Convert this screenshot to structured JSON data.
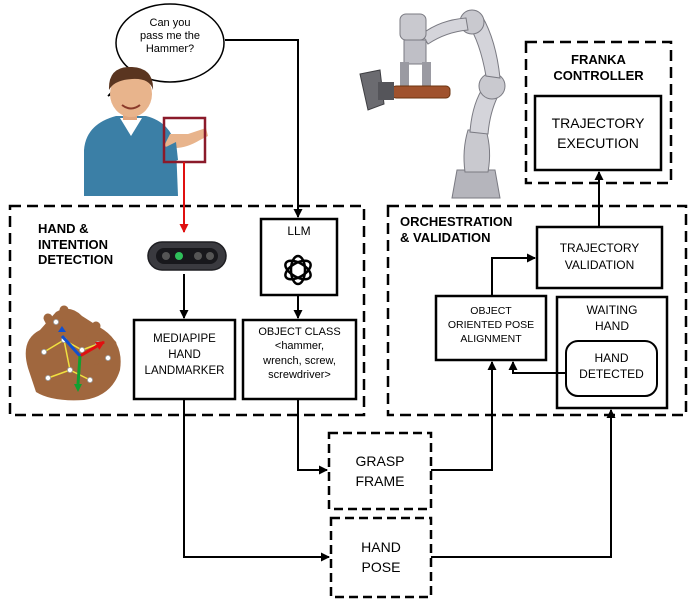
{
  "speech_bubble": {
    "text_lines": [
      "Can you",
      "pass me the",
      "Hammer?"
    ]
  },
  "groups": {
    "hand_intention": {
      "title_lines": [
        "HAND &",
        "INTENTION",
        "DETECTION"
      ]
    },
    "orchestration": {
      "title_lines": [
        "ORCHESTRATION",
        "& VALIDATION"
      ]
    },
    "franka": {
      "title_lines": [
        "FRANKA",
        "CONTROLLER"
      ]
    }
  },
  "boxes": {
    "llm": {
      "label": "LLM"
    },
    "mediapipe": {
      "lines": [
        "MEDIAPIPE",
        "HAND",
        "LANDMARKER"
      ]
    },
    "object_class": {
      "lines": [
        "OBJECT CLASS",
        "<hammer,",
        "wrench, screw,",
        "screwdriver>"
      ]
    },
    "object_pose": {
      "lines": [
        "OBJECT",
        "ORIENTED POSE",
        "ALIGNMENT"
      ]
    },
    "trajectory_validation": {
      "lines": [
        "TRAJECTORY",
        "VALIDATION"
      ]
    },
    "waiting_hand": {
      "lines": [
        "WAITING",
        "HAND"
      ]
    },
    "hand_detected": {
      "lines": [
        "HAND",
        "DETECTED"
      ]
    },
    "trajectory_execution": {
      "lines": [
        "TRAJECTORY",
        "EXECUTION"
      ]
    },
    "grasp_frame": {
      "lines": [
        "GRASP",
        "FRAME"
      ]
    },
    "hand_pose": {
      "lines": [
        "HAND",
        "POSE"
      ]
    }
  },
  "icons": [
    "person-icon",
    "depth-camera-icon",
    "openai-logo-icon",
    "hand-landmarks-icon",
    "robot-arm-icon",
    "hammer-icon"
  ],
  "colors": {
    "camera_link": "#e01010",
    "frame": "#000000",
    "shirt": "#3b7fa6",
    "robot": "#c9c9cf"
  }
}
